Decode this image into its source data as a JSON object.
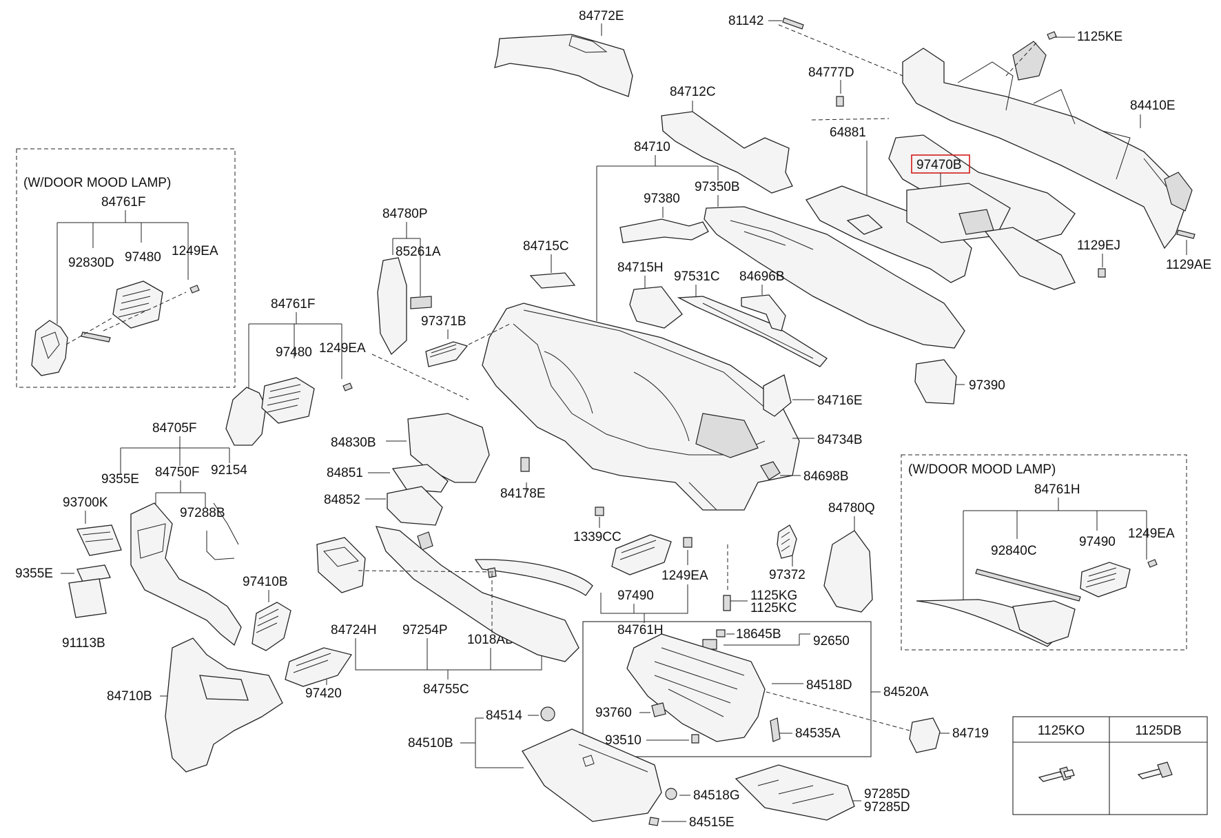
{
  "labels": {
    "p84772E": "84772E",
    "p81142": "81142",
    "p1125KE": "1125KE",
    "p84777D": "84777D",
    "p84712C": "84712C",
    "p84410E": "84410E",
    "p64881": "64881",
    "p84710": "84710",
    "p97470B": "97470B",
    "p97380": "97380",
    "p97350B": "97350B",
    "p84780P": "84780P",
    "p85261A": "85261A",
    "p84715C": "84715C",
    "p1129EJ": "1129EJ",
    "p1129AE": "1129AE",
    "p84715H": "84715H",
    "p97531C": "97531C",
    "p84696B": "84696B",
    "p97371B": "97371B",
    "p84761F_a": "84761F",
    "p97480_a": "97480",
    "p1249EA_a": "1249EA",
    "p97390": "97390",
    "p84716E": "84716E",
    "p84705F": "84705F",
    "p84830B": "84830B",
    "p84734B": "84734B",
    "p9355E_a": "9355E",
    "p84750F": "84750F",
    "p92154": "92154",
    "p84851": "84851",
    "p84178E": "84178E",
    "p84698B": "84698B",
    "p84852": "84852",
    "p93700K": "93700K",
    "p97288B": "97288B",
    "p84780Q": "84780Q",
    "p1339CC": "1339CC",
    "p1249EA_b": "1249EA",
    "p97372": "97372",
    "p9355E_b": "9355E",
    "p97410B": "97410B",
    "p97490_a": "97490",
    "p1125KG": "1125KG",
    "p1125KC": "1125KC",
    "p84761H_a": "84761H",
    "p91113B": "91113B",
    "p84724H": "84724H",
    "p97254P": "97254P",
    "p1018AD": "1018AD",
    "p18645B": "18645B",
    "p92650": "92650",
    "p84518D": "84518D",
    "p84520A": "84520A",
    "p84710B": "84710B",
    "p97420": "97420",
    "p84755C": "84755C",
    "p93760": "93760",
    "p84514": "84514",
    "p84535A": "84535A",
    "p84719": "84719",
    "p84510B": "84510B",
    "p93510": "93510",
    "p84518G": "84518G",
    "p97285D_a": "97285D",
    "p97285D_b": "97285D",
    "p84515E": "84515E"
  },
  "inset_left": {
    "title": "(W/DOOR MOOD LAMP)",
    "p84761F": "84761F",
    "p92830D": "92830D",
    "p97480": "97480",
    "p1249EA": "1249EA"
  },
  "inset_right": {
    "title": "(W/DOOR MOOD LAMP)",
    "p84761H": "84761H",
    "p92840C": "92840C",
    "p97490": "97490",
    "p1249EA": "1249EA"
  },
  "fastener_table": {
    "headers": [
      "1125KO",
      "1125DB"
    ]
  },
  "highlight": {
    "part": "97470B",
    "color": "#d31a1a"
  }
}
